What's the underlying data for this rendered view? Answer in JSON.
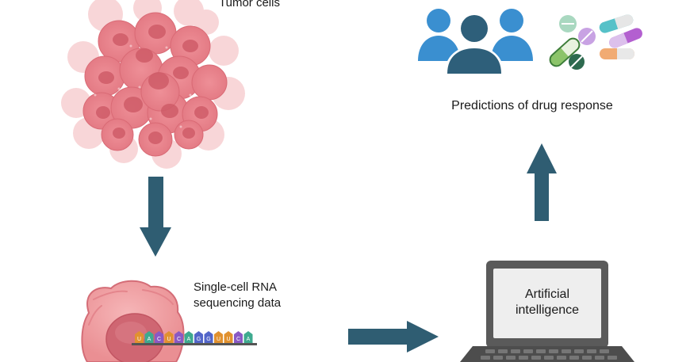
{
  "labels": {
    "tumor_cells": "Tumor cells",
    "predictions": "Predictions of drug response",
    "scrna_line1": "Single-cell RNA",
    "scrna_line2": "sequencing data",
    "ai_line1": "Artificial",
    "ai_line2": "intelligence"
  },
  "rna_sequence": [
    "U",
    "A",
    "C",
    "U",
    "C",
    "A",
    "G",
    "G",
    "U",
    "U",
    "C",
    "A"
  ],
  "colors": {
    "arrow": "#2f5d72",
    "tumor_core": "#e8838c",
    "tumor_light": "#f4c2c4",
    "tumor_nucleus": "#cf5c68",
    "person_blue": "#3a8fd0",
    "person_dark": "#2e5f7a",
    "laptop_frame": "#5a5a5a",
    "laptop_screen": "#eeeeee",
    "nt_A": "#3eaa8f",
    "nt_U": "#e1912f",
    "nt_C": "#8a59c4",
    "nt_G": "#5366c9"
  },
  "icons": {
    "people": "people-group-icon",
    "pills": "pills-icon",
    "laptop": "laptop-icon",
    "tumor": "tumor-cell-cluster-icon",
    "single_cell": "single-cell-icon"
  }
}
